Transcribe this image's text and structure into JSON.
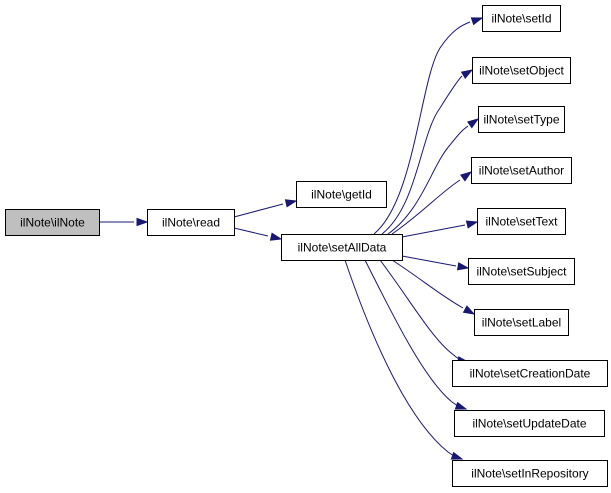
{
  "diagram": {
    "nodes": [
      {
        "id": "ilnote-ilnote",
        "label": "ilNote\\ilNote",
        "highlighted": true
      },
      {
        "id": "read",
        "label": "ilNote\\read"
      },
      {
        "id": "getid",
        "label": "ilNote\\getId"
      },
      {
        "id": "setalldata",
        "label": "ilNote\\setAllData"
      },
      {
        "id": "setid",
        "label": "ilNote\\setId"
      },
      {
        "id": "setobject",
        "label": "ilNote\\setObject"
      },
      {
        "id": "settype",
        "label": "ilNote\\setType"
      },
      {
        "id": "setauthor",
        "label": "ilNote\\setAuthor"
      },
      {
        "id": "settext",
        "label": "ilNote\\setText"
      },
      {
        "id": "setsubject",
        "label": "ilNote\\setSubject"
      },
      {
        "id": "setlabel",
        "label": "ilNote\\setLabel"
      },
      {
        "id": "setcreationdate",
        "label": "ilNote\\setCreationDate"
      },
      {
        "id": "setupdatedate",
        "label": "ilNote\\setUpdateDate"
      },
      {
        "id": "setinrepository",
        "label": "ilNote\\setInRepository"
      }
    ],
    "edges": [
      {
        "from": "ilnote-ilnote",
        "to": "read"
      },
      {
        "from": "read",
        "to": "getid"
      },
      {
        "from": "read",
        "to": "setalldata"
      },
      {
        "from": "setalldata",
        "to": "setid"
      },
      {
        "from": "setalldata",
        "to": "setobject"
      },
      {
        "from": "setalldata",
        "to": "settype"
      },
      {
        "from": "setalldata",
        "to": "setauthor"
      },
      {
        "from": "setalldata",
        "to": "settext"
      },
      {
        "from": "setalldata",
        "to": "setsubject"
      },
      {
        "from": "setalldata",
        "to": "setlabel"
      },
      {
        "from": "setalldata",
        "to": "setcreationdate"
      },
      {
        "from": "setalldata",
        "to": "setupdatedate"
      },
      {
        "from": "setalldata",
        "to": "setinrepository"
      }
    ],
    "colors": {
      "edge": "#191970",
      "highlighted_node_fill": "#bfbfbf",
      "node_fill": "#ffffff",
      "node_border": "#000000"
    }
  }
}
